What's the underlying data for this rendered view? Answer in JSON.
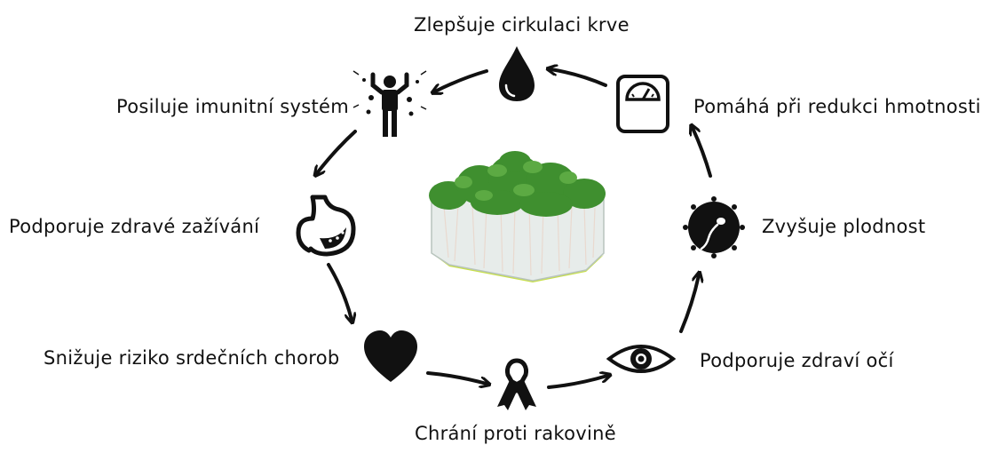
{
  "labels": {
    "blood": "Zlepšuje cirkulaci krve",
    "weight": "Pomáhá při redukci hmotnosti",
    "immune": "Posiluje imunitní systém",
    "fertility": "Zvyšuje plodnost",
    "digestion": "Podporuje zdravé zažívání",
    "heart": "Snižuje riziko srdečních chorob",
    "eyes": "Podporuje zdraví očí",
    "cancer": "Chrání proti rakovině"
  },
  "icons": {
    "blood": "blood-drop-icon",
    "weight": "bathroom-scale-icon",
    "immune": "strong-person-icon",
    "fertility": "sperm-egg-icon",
    "digestion": "stomach-icon",
    "heart": "heart-icon",
    "eyes": "eye-icon",
    "cancer": "awareness-ribbon-icon"
  },
  "colors": {
    "ink": "#111111",
    "sprout_green": "#3f8f2f",
    "tray_green": "#c8e04a"
  }
}
